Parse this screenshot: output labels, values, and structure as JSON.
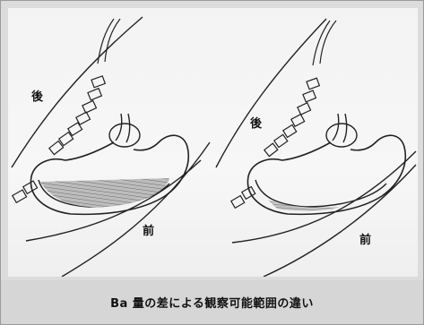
{
  "panels": [
    {
      "posterior_label": "後",
      "anterior_label": "前"
    },
    {
      "posterior_label": "後",
      "anterior_label": "前"
    }
  ],
  "caption": "Ba 量の差による観察可能範囲の違い"
}
